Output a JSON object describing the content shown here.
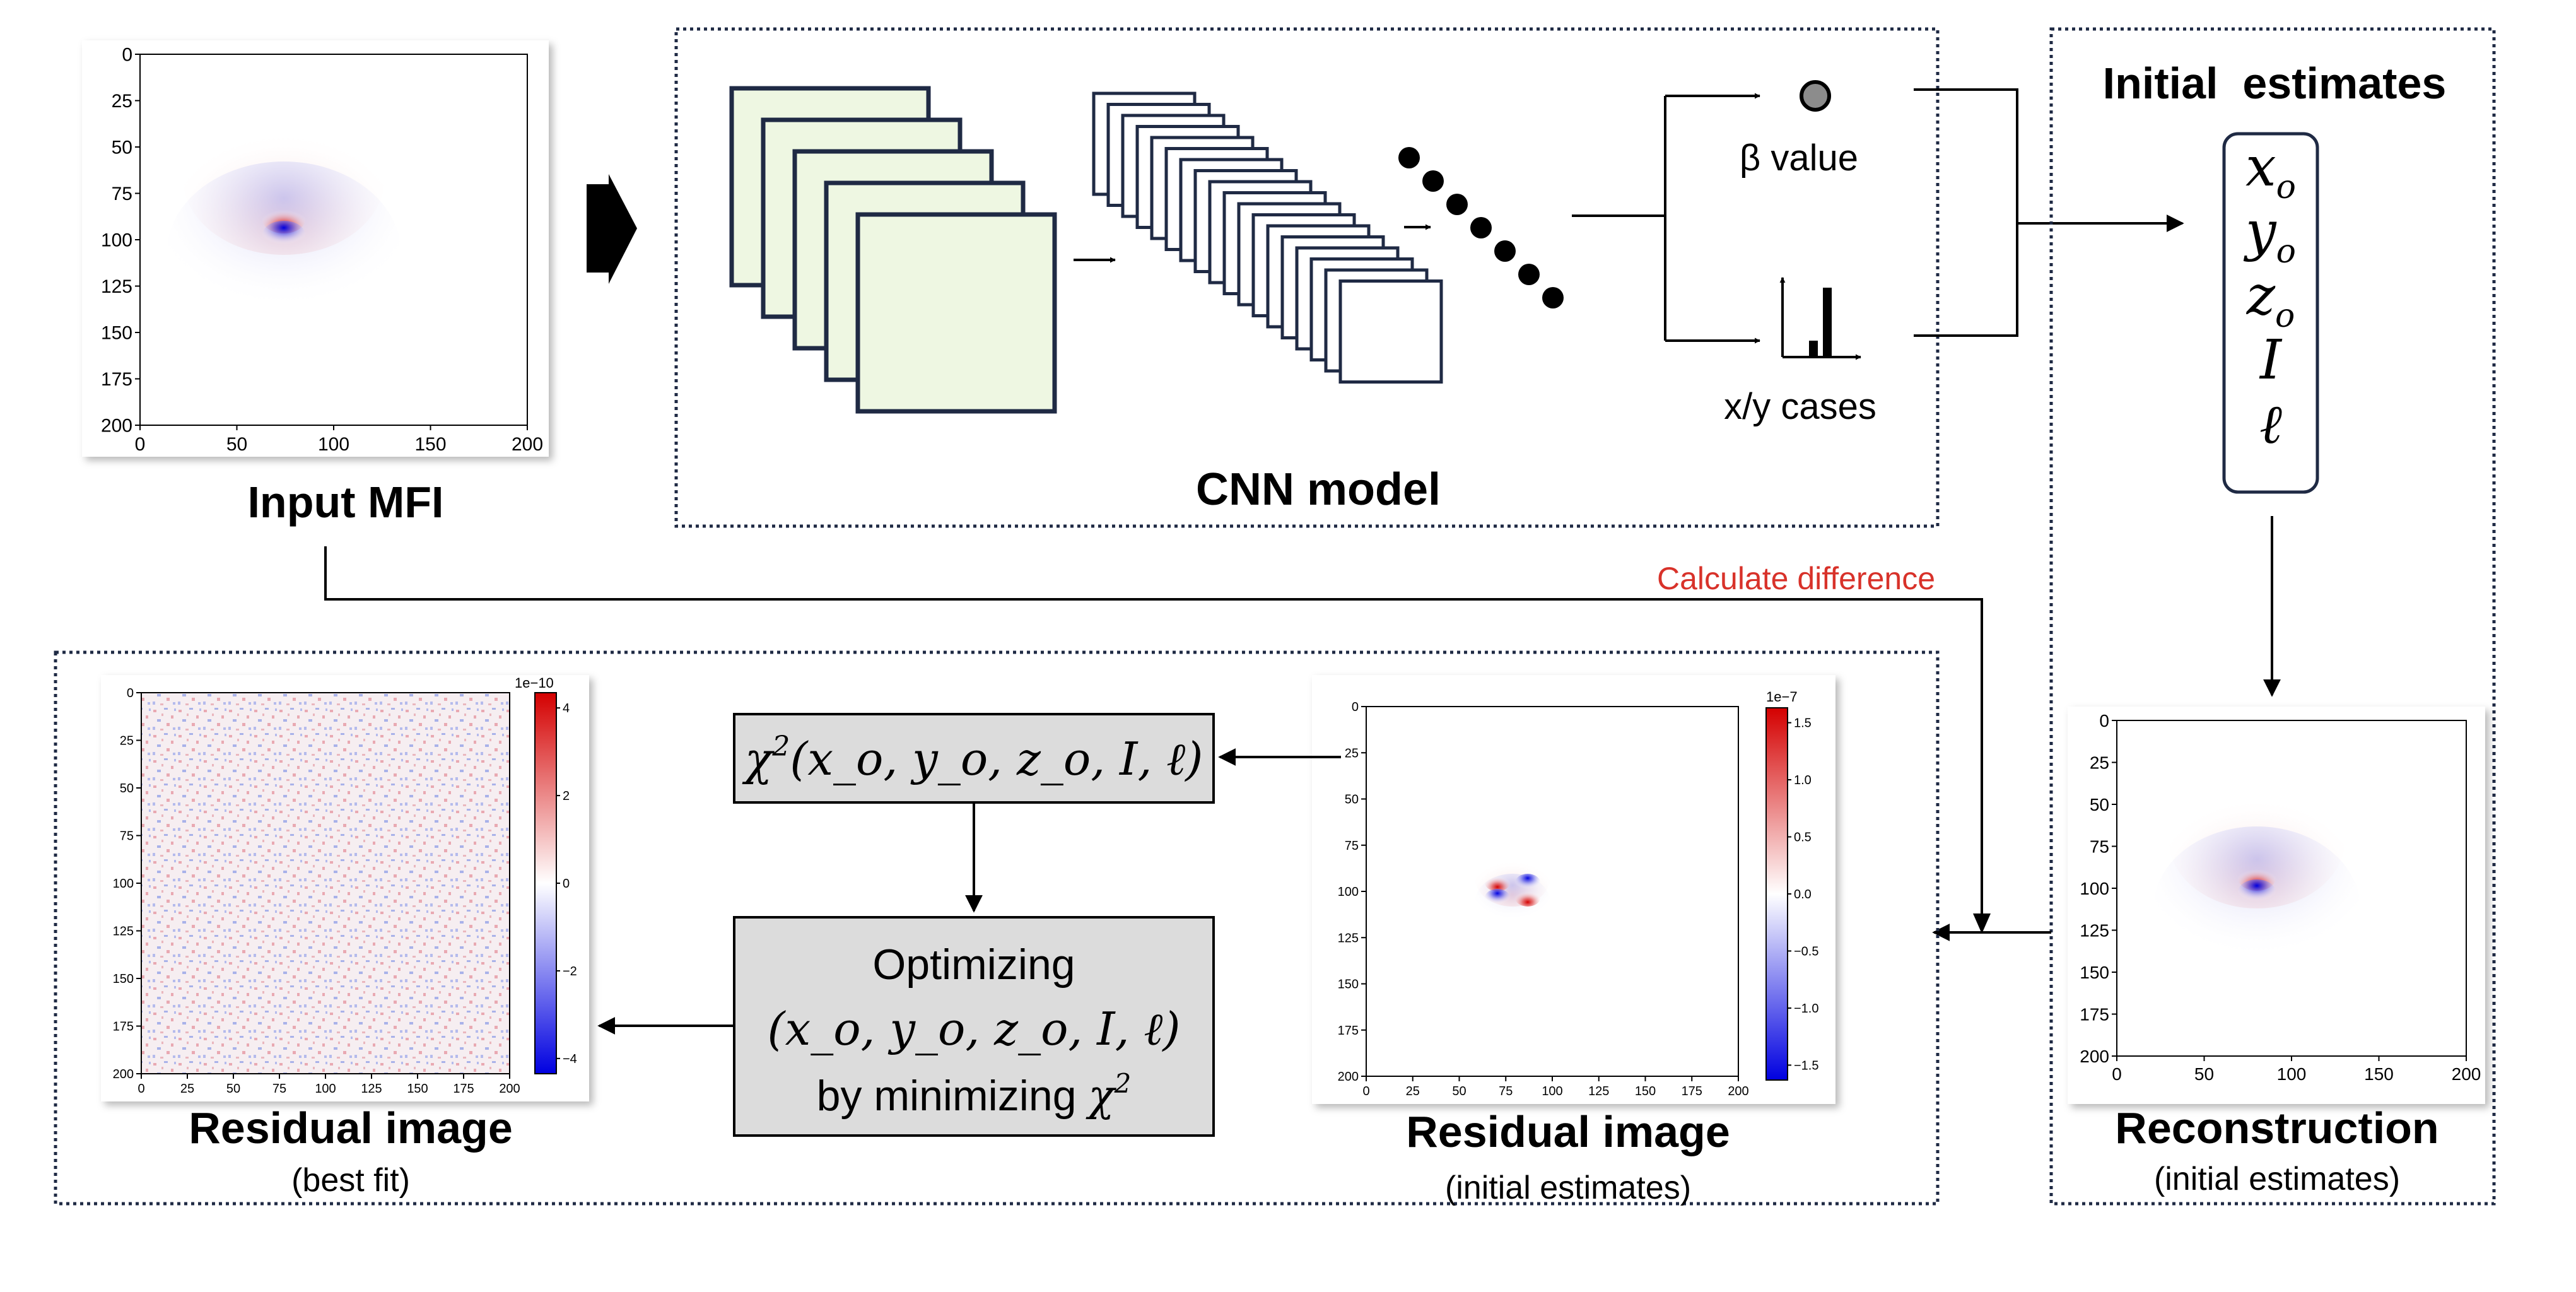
{
  "input_panel": {
    "label": "Input MFI",
    "plot": {
      "xticks": [
        "0",
        "50",
        "100",
        "150",
        "200"
      ],
      "yticks": [
        "0",
        "25",
        "50",
        "75",
        "100",
        "125",
        "150",
        "175",
        "200"
      ]
    }
  },
  "cnn_panel": {
    "label": "CNN model",
    "beta_label": "β value",
    "cases_label": "x/y cases"
  },
  "estimates_panel": {
    "title": "Initial  estimates",
    "params": [
      "x",
      "y",
      "z",
      "I",
      "ℓ"
    ],
    "param_sub": "o"
  },
  "reconstruction_panel": {
    "label": "Reconstruction",
    "sublabel": "(initial estimates)",
    "plot": {
      "xticks": [
        "0",
        "50",
        "100",
        "150",
        "200"
      ],
      "yticks": [
        "0",
        "25",
        "50",
        "75",
        "100",
        "125",
        "150",
        "175",
        "200"
      ]
    }
  },
  "difference_label": "Calculate difference",
  "residual_initial_panel": {
    "label": "Residual image",
    "sublabel": "(initial estimates)",
    "plot": {
      "xticks": [
        "0",
        "25",
        "50",
        "75",
        "100",
        "125",
        "150",
        "175",
        "200"
      ],
      "yticks": [
        "0",
        "25",
        "50",
        "75",
        "100",
        "125",
        "150",
        "175",
        "200"
      ],
      "colorbar_ticks": [
        "1.5",
        "1.0",
        "0.5",
        "0.0",
        "−0.5",
        "−1.0",
        "−1.5"
      ],
      "colorbar_scale": "1e−7"
    }
  },
  "chi2_box": {
    "symbol": "χ",
    "power": "2",
    "args": "(x_o, y_o, z_o, I, ℓ)"
  },
  "optimize_box": {
    "line1": "Optimizing",
    "line2": "(x_o, y_o, z_o, I, ℓ)",
    "line3_text": "by minimizing ",
    "line3_symbol": "χ",
    "line3_power": "2"
  },
  "residual_best_panel": {
    "label": "Residual image",
    "sublabel": "(best fit)",
    "plot": {
      "xticks": [
        "0",
        "25",
        "50",
        "75",
        "100",
        "125",
        "150",
        "175",
        "200"
      ],
      "yticks": [
        "0",
        "25",
        "50",
        "75",
        "100",
        "125",
        "150",
        "175",
        "200"
      ],
      "colorbar_ticks": [
        "4",
        "2",
        "0",
        "−2",
        "−4"
      ],
      "colorbar_scale": "1e−10"
    }
  },
  "colors": {
    "frame": "#1f2a44",
    "accent_red": "#d8322a",
    "dipole_red": "#d40000",
    "dipole_blue": "#0000e0",
    "feature_fill": "#eef7e2",
    "box_fill": "#dcdcdc"
  }
}
